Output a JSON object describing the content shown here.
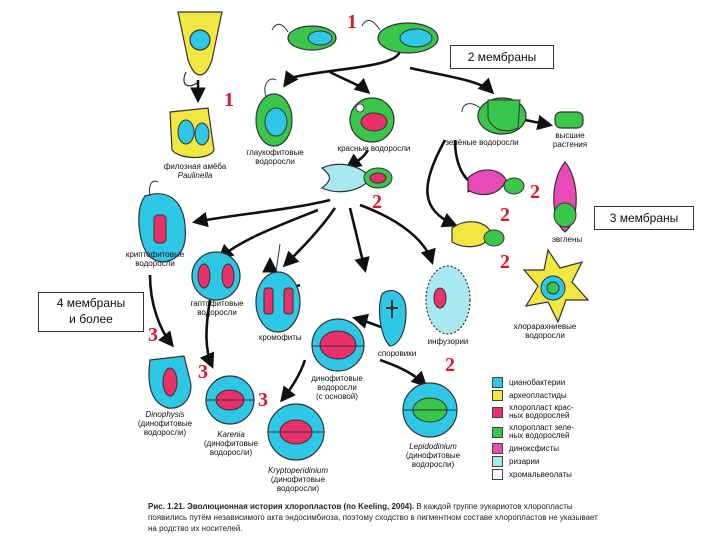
{
  "badges": {
    "m2": "2 мембраны",
    "m3": "3 мембраны",
    "m4_line1": "4 мембраны",
    "m4_line2": "и более"
  },
  "numbers": {
    "n1_top": "1",
    "n1_left": "1",
    "n2_red": "2",
    "n2_euglena": "2",
    "n2_green": "2",
    "n2_chlorarach": "2",
    "n2_lepido": "2",
    "n3_left": "3",
    "n3_karenia": "3",
    "n3_krypto": "3"
  },
  "labels": {
    "amoeba_line1": "филозная амёба",
    "amoeba_line2": "Paulinella",
    "glauco_line1": "глаукофитовые",
    "glauco_line2": "водоросли",
    "red": "красные водоросли",
    "green": "зелёные водоросли",
    "higher_line1": "высшие",
    "higher_line2": "растения",
    "euglena": "эвглены",
    "crypto_line1": "криптофитовые",
    "crypto_line2": "водоросли",
    "hapto_line1": "гаптофитовые",
    "hapto_line2": "водоросли",
    "chromo": "хромофиты",
    "infus": "инфузории",
    "spor": "споровики",
    "chlorarach_line1": "хлорарахниевые",
    "chlorarach_line2": "водоросли",
    "dino_line1": "динофитовые",
    "dino_line2": "водоросли",
    "dino_line3": "(с основой)",
    "dinophysis_line1": "Dinophysis",
    "dinophysis_line2": "(динофитовые",
    "dinophysis_line3": "водоросли)",
    "karenia_line1": "Karenia",
    "karenia_line2": "(динофитовые",
    "karenia_line3": "водоросли)",
    "krypto_line1": "Kryptoperidinium",
    "krypto_line2": "(динофитовые",
    "krypto_line3": "водоросли)",
    "lepido_line1": "Lepidodinium",
    "lepido_line2": "(динофитовые",
    "lepido_line3": "водоросли)"
  },
  "legend": [
    {
      "color": "#2ec8e6",
      "text": "цианобактерии"
    },
    {
      "color": "#f2e641",
      "text": "археопластиды"
    },
    {
      "color": "#e8306a",
      "text": "хлоропласт крас-\nных водорослей"
    },
    {
      "color": "#39c64a",
      "text": "хлоропласт зеле-\nных водорослей"
    },
    {
      "color": "#e94ab8",
      "text": "диноксфисты"
    },
    {
      "color": "#a8e8f0",
      "text": "ризарии"
    },
    {
      "color": "#ffffff",
      "text": "хромальвеолаты"
    }
  ],
  "caption": {
    "bold": "Рис. 1.21. Эволюционная история хлоропластов (по Keeling, 2004).",
    "rest": " В каждой группе эукариотов хлоропласты появились путём независимого акта эндосимбиоза, поэтому сходство в пигментном составе хлоропластов не указывает на родство их носителей."
  },
  "colors": {
    "cyan": "#2ec8e6",
    "yellow": "#f2e641",
    "red": "#e8306a",
    "green": "#39c64a",
    "magenta": "#e94ab8",
    "lightblue": "#a8e8f0",
    "number_red": "#e0162b"
  }
}
